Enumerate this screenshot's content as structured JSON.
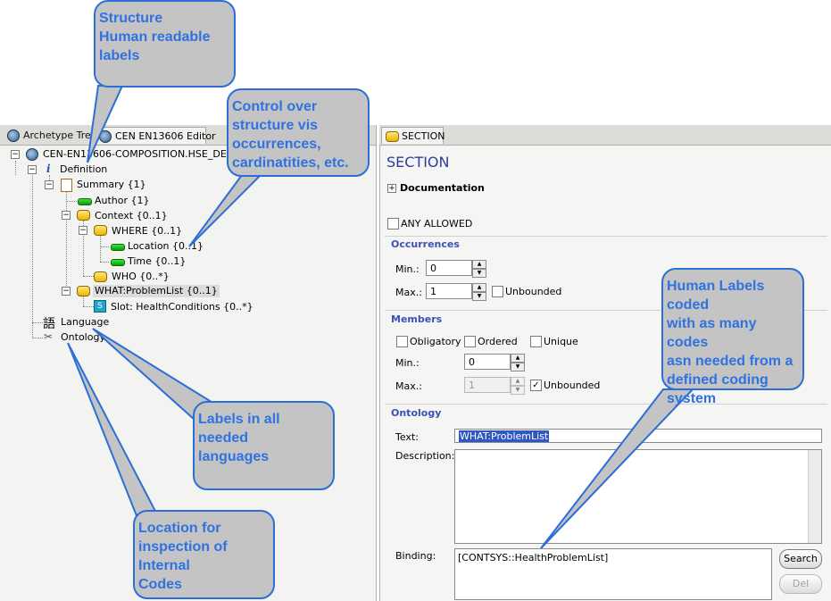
{
  "left_tabs": {
    "archetype_tree": "Archetype Tree",
    "editor": "CEN EN13606 Editor"
  },
  "tree": {
    "root": "CEN-EN13606-COMPOSITION.HSE_DEmo.v",
    "definition": "Definition",
    "summary": "Summary {1}",
    "author": "Author {1}",
    "context": "Context {0..1}",
    "where": "WHERE {0..1}",
    "location": "Location {0..1}",
    "time": "Time {0..1}",
    "who": "WHO {0..*}",
    "what": "WHAT:ProblemList {0..1}",
    "slot": "Slot: HealthConditions  {0..*}",
    "language": "Language",
    "ontology": "Ontology"
  },
  "right_tab": {
    "label": "SECTION"
  },
  "editor": {
    "title": "SECTION",
    "documentation": "Documentation",
    "any_allowed": "ANY ALLOWED",
    "occurrences": {
      "title": "Occurrences",
      "min_label": "Min.:",
      "min_value": "0",
      "max_label": "Max.:",
      "max_value": "1",
      "unbounded": "Unbounded",
      "unbounded_checked": false
    },
    "members": {
      "title": "Members",
      "obligatory": "Obligatory",
      "ordered": "Ordered",
      "unique": "Unique",
      "min_label": "Min.:",
      "min_value": "0",
      "max_label": "Max.:",
      "max_value": "1",
      "unbounded": "Unbounded",
      "unbounded_checked": true
    },
    "ontology": {
      "title": "Ontology",
      "text_label": "Text:",
      "text_value": "WHAT:ProblemList",
      "description_label": "Description:",
      "binding_label": "Binding:",
      "binding_value": "[CONTSYS::HealthProblemList]",
      "search_button": "Search",
      "del_button": "Del"
    }
  },
  "callouts": {
    "structure": "Structure\nHuman readable\nlabels",
    "control": "Control over\nstructure vis\noccurrences,\ncardinatities, etc.",
    "human_labels": "Human Labels coded\nwith as many codes\nasn needed from a\ndefined coding\nsystem",
    "languages": "Labels in all needed\nlanguages",
    "location": "Location for\ninspection of Internal\nCodes"
  },
  "colors": {
    "callout_fill": "#c4c4c4",
    "callout_border": "#2b6fd6",
    "callout_text": "#2f72e0",
    "header_blue": "#2e3e9e",
    "selection": "#2f57c4"
  }
}
